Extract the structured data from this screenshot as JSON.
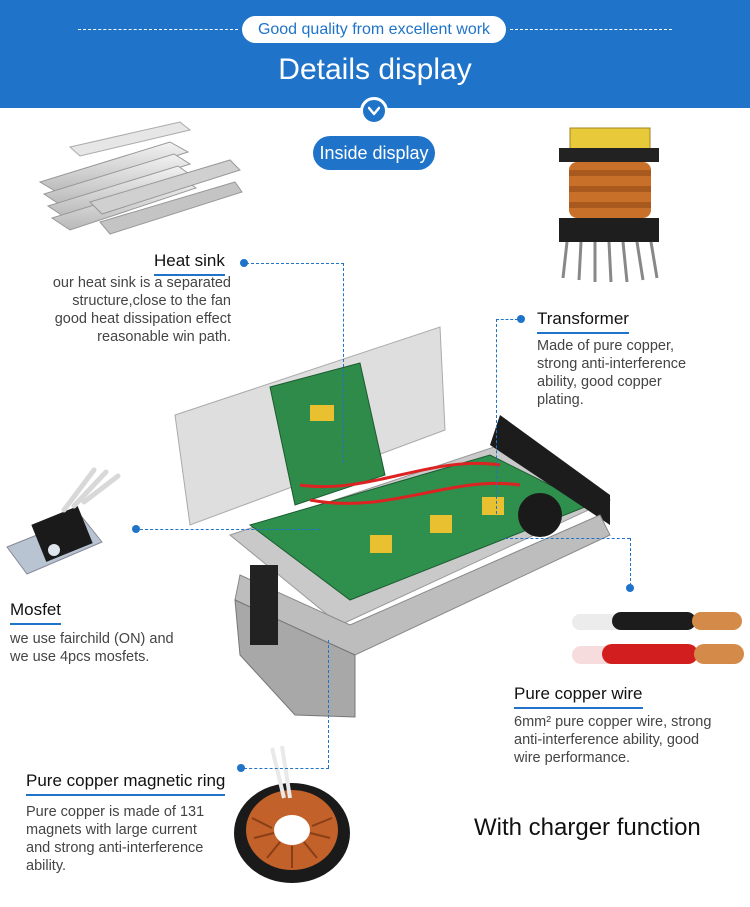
{
  "header": {
    "tagline": "Good quality from excellent work",
    "title": "Details display"
  },
  "inside_badge": "Inside display",
  "sections": {
    "heat_sink": {
      "title": "Heat sink",
      "lines": [
        "our heat sink is a separated",
        "structure,close to the fan",
        "good heat dissipation effect",
        "reasonable win path."
      ]
    },
    "transformer": {
      "title": "Transformer",
      "lines": [
        "Made of pure copper,",
        "strong anti-interference",
        "ability, good copper",
        "plating."
      ]
    },
    "mosfet": {
      "title": "Mosfet",
      "lines": [
        "we use fairchild (ON) and",
        "we use 4pcs mosfets."
      ]
    },
    "copper_wire": {
      "title": "Pure copper wire",
      "lines": [
        "6mm² pure copper wire, strong",
        "anti-interference ability, good",
        "wire performance."
      ]
    },
    "magnetic_ring": {
      "title": "Pure copper magnetic ring",
      "lines": [
        "Pure copper is made of 131",
        "magnets with large current",
        "and strong anti-interference",
        "ability."
      ]
    }
  },
  "footer_text": "With charger function",
  "colors": {
    "accent": "#1f74c9"
  }
}
